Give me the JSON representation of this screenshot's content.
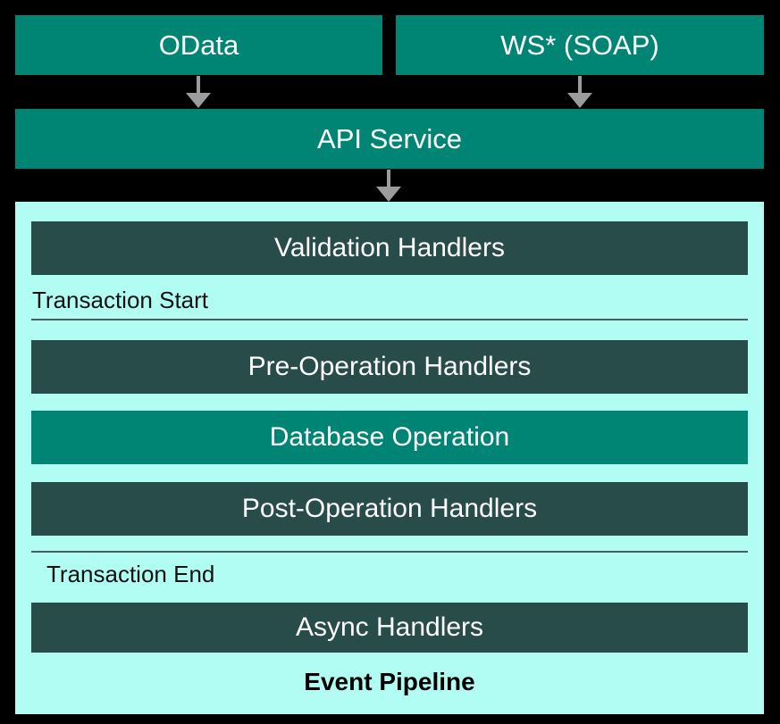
{
  "diagram": {
    "title": "Event Pipeline",
    "background_color": "#000000",
    "palette": {
      "teal": "#008575",
      "dark_slate": "#284C49",
      "light_cyan": "#B1FDF3",
      "arrow_gray": "#9C9C9C",
      "divider_gray": "#4A5B5B",
      "text_light": "#FFFFFF",
      "text_dark": "#121212"
    }
  },
  "entry_points": [
    {
      "label": "OData"
    },
    {
      "label": "WS* (SOAP)"
    }
  ],
  "service": {
    "label": "API Service"
  },
  "arrows": [
    {
      "name": "odata-to-api",
      "direction": "down"
    },
    {
      "name": "soap-to-api",
      "direction": "down"
    },
    {
      "name": "api-to-pipeline",
      "direction": "down"
    }
  ],
  "pipeline": {
    "caption": "Event Pipeline",
    "transaction_start_label": "Transaction Start",
    "transaction_end_label": "Transaction End",
    "stages": [
      {
        "label": "Validation Handlers",
        "style": "dark"
      },
      {
        "label": "Pre-Operation Handlers",
        "style": "dark"
      },
      {
        "label": "Database Operation",
        "style": "teal"
      },
      {
        "label": "Post-Operation Handlers",
        "style": "dark"
      },
      {
        "label": "Async Handlers",
        "style": "dark"
      }
    ]
  }
}
